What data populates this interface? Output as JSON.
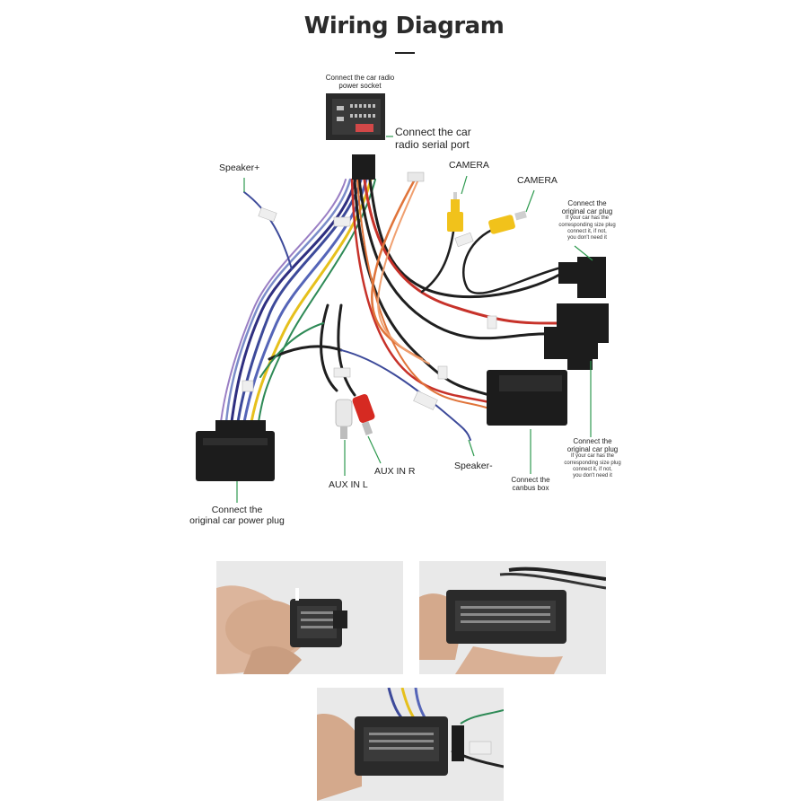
{
  "title": "Wiring Diagram",
  "labels": {
    "power_socket": [
      "Connect the car radio",
      "power socket"
    ],
    "serial_port": [
      "Connect the car",
      "radio  serial port"
    ],
    "camera_1": "CAMERA",
    "camera_2": "CAMERA",
    "orig_plug_top": [
      "Connect the",
      "original car plug"
    ],
    "orig_plug_top_note": [
      "If your car has the",
      "corresponding size plug",
      "connect it, if not,",
      "you don't need it"
    ],
    "speaker_plus": "Speaker+",
    "speaker_minus": "Speaker-",
    "aux_l": "AUX IN L",
    "aux_r": "AUX IN R",
    "canbus": [
      "Connect the",
      "canbus box"
    ],
    "orig_plug_bottom": [
      "Connect the",
      "original car plug"
    ],
    "orig_plug_bottom_note": [
      "If your car has the",
      "corresponding size plug",
      "connect it, if not,",
      "you don't need it"
    ],
    "power_plug": [
      "Connect the",
      "original car power plug"
    ]
  },
  "colors": {
    "leader_line": "#2e9a4f",
    "wire_blue": "#3d4a9a",
    "wire_yellow": "#e6c01c",
    "wire_orange": "#e0743a",
    "wire_red": "#c7322a",
    "connector": "#1c1c1c",
    "rca_yellow": "#f1c21b",
    "rca_red": "#d62a22",
    "rca_white": "#e8e8e8"
  },
  "photos": [
    {
      "name": "photo-hand-small-connector"
    },
    {
      "name": "photo-hand-large-connector"
    },
    {
      "name": "photo-hand-power-connector"
    }
  ]
}
